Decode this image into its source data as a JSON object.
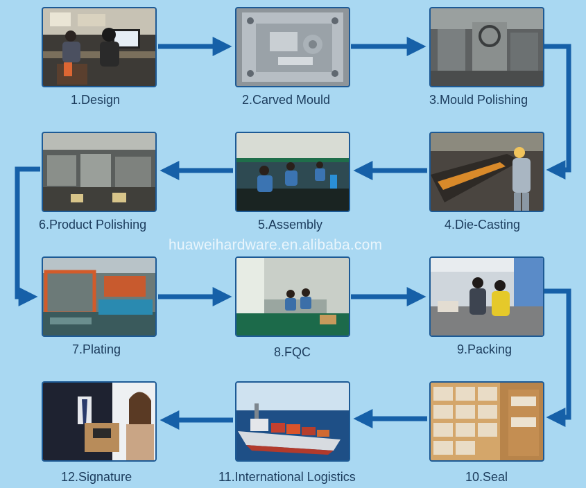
{
  "watermark": "huaweihardware.en.alibaba.com",
  "colors": {
    "background": "#a9d8f2",
    "arrow": "#1660a8",
    "frame": "#1d5a95",
    "label": "#1b3b5c"
  },
  "steps": [
    {
      "label": "1.Design",
      "photo": "office workers at computers"
    },
    {
      "label": "2.Carved Mould",
      "photo": "machined steel mould"
    },
    {
      "label": "3.Mould Polishing",
      "photo": "workshop machinery"
    },
    {
      "label": "4.Die-Casting",
      "photo": "worker at die-casting line"
    },
    {
      "label": "5.Assembly",
      "photo": "assembly line workers"
    },
    {
      "label": "6.Product Polishing",
      "photo": "polishing machines"
    },
    {
      "label": "7.Plating",
      "photo": "plating tanks"
    },
    {
      "label": "8.FQC",
      "photo": "quality control room"
    },
    {
      "label": "9.Packing",
      "photo": "workers packing boxes"
    },
    {
      "label": "10.Seal",
      "photo": "stacked sealed cartons"
    },
    {
      "label": "11.International Logistics",
      "photo": "container ship at sea"
    },
    {
      "label": "12.Signature",
      "photo": "courier with clipboard"
    }
  ]
}
